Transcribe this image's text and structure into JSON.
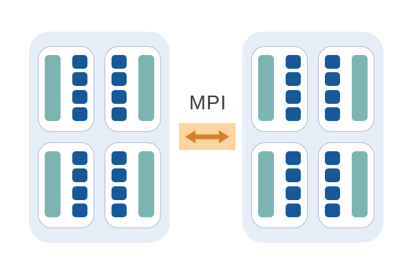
{
  "diagram": {
    "label": "MPI",
    "colors": {
      "node_fill": "#e6eef8",
      "socket_fill": "#ffffff",
      "socket_border": "#aeb7cb",
      "bar_teal": "#7bb5b1",
      "core_blue": "#16599a",
      "link_box_fill": "#fcd6a0",
      "link_arrow": "#d6802d",
      "label_text": "#3d3d3d"
    },
    "nodes": [
      {
        "name": "node-left",
        "sockets": [
          {
            "layout": "bar-left",
            "cores": 4
          },
          {
            "layout": "bar-right",
            "cores": 4
          },
          {
            "layout": "bar-left",
            "cores": 4
          },
          {
            "layout": "bar-right",
            "cores": 4
          }
        ]
      },
      {
        "name": "node-right",
        "sockets": [
          {
            "layout": "bar-left",
            "cores": 4
          },
          {
            "layout": "bar-right",
            "cores": 4
          },
          {
            "layout": "bar-left",
            "cores": 4
          },
          {
            "layout": "bar-right",
            "cores": 4
          }
        ]
      }
    ]
  }
}
